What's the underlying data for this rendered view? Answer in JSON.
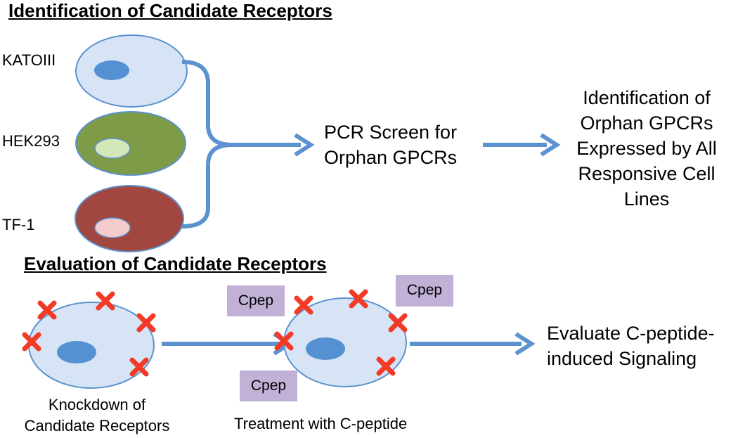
{
  "section1": {
    "heading": "Identification of Candidate Receptors",
    "cell_lines": [
      "KATOIII",
      "HEK293",
      "TF-1"
    ],
    "pcr_line1": "PCR Screen for",
    "pcr_line2": "Orphan GPCRs",
    "result_lines": [
      "Identification of",
      "Orphan GPCRs",
      "Expressed by All",
      "Responsive Cell",
      "Lines"
    ]
  },
  "section2": {
    "heading": "Evaluation of Candidate Receptors",
    "knockdown_line1": "Knockdown of",
    "knockdown_line2": "Candidate Receptors",
    "treatment_caption": "Treatment with C-peptide",
    "cpep_label": "Cpep",
    "evaluate_line1": "Evaluate C-peptide-",
    "evaluate_line2": "induced Signaling"
  },
  "colors": {
    "arrow": "#5b92cf",
    "cell_light": "#d6e4f5",
    "cell_outline": "#5b92cf",
    "nucleus_blue": "#5591d2",
    "hek_cell": "#7e9c47",
    "hek_nucleus": "#d3e7b9",
    "tf1_cell": "#a1473f",
    "tf1_nucleus": "#f4cccb",
    "cpep_box": "#c1b1d6",
    "knockdown_x": "#f23a26"
  }
}
